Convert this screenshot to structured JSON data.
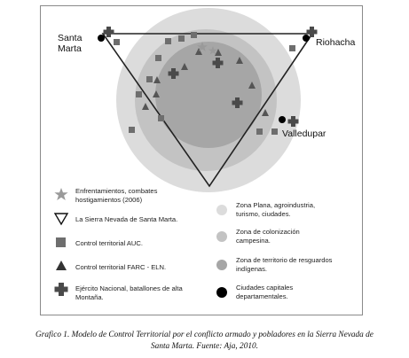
{
  "cities": {
    "santa_marta_line1": "Santa",
    "santa_marta_line2": "Marta",
    "riohacha": "Riohacha",
    "valledupar": "Valledupar"
  },
  "legend": {
    "enfrentamientos_line1": "Enfrentamientos, combates",
    "enfrentamientos_line2": "hostigamientos (2006)",
    "sierra": "La Sierra Nevada de Santa Marta.",
    "auc": "Control territorial AUC.",
    "farc": "Control territorial FARC - ELN.",
    "ejercito_line1": "Ejército Nacional, batallones de alta",
    "ejercito_line2": "Montaña.",
    "zona_plana_line1": "Zona Plana, agroindustria,",
    "zona_plana_line2": "turismo, ciudades.",
    "colonizacion_line1": "Zona de colonización",
    "colonizacion_line2": "campesina.",
    "resguardos_line1": "Zona de territorio de resguardos",
    "resguardos_line2": "indígenas.",
    "capitales_line1": "Ciudades capitales",
    "capitales_line2": "departamentales."
  },
  "caption": {
    "line1": "Grafico 1. Modelo de Control Territorial por el conflicto armado y pobladores en la Sierra Nevada de",
    "line2": "Santa Marta. Fuente: Aja, 2010."
  },
  "colors": {
    "zona_plana": "#dcdcdc",
    "colonizacion": "#c3c3c3",
    "resguardos": "#a6a6a6",
    "markers": "#6e6e6e",
    "cities": "#000000"
  }
}
